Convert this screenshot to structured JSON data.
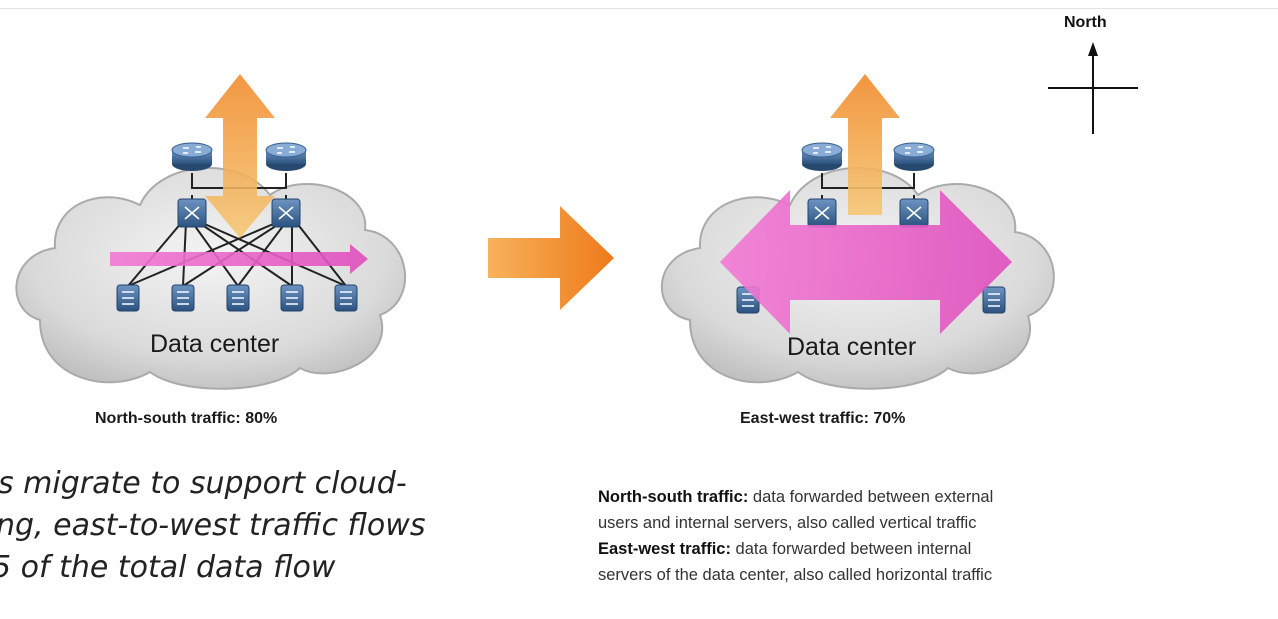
{
  "compass": {
    "label": "North"
  },
  "left_diagram": {
    "cloud_label": "Data center",
    "caption": "North-south traffic: 80%"
  },
  "right_diagram": {
    "cloud_label": "Data center",
    "caption": "East-west traffic: 70%"
  },
  "note": {
    "lines": [
      "s migrate to support cloud-",
      "ng, east-to-west traffic flows",
      "5 of the total data flow"
    ]
  },
  "definitions": {
    "lines": [
      {
        "term": "North-south traffic:",
        "text": " data forwarded between external"
      },
      {
        "term": "",
        "text": "users and internal servers, also called vertical traffic"
      },
      {
        "term": "East-west traffic:",
        "text": " data forwarded between internal"
      },
      {
        "term": "",
        "text": "servers of the data center, also called horizontal traffic"
      }
    ]
  },
  "colors": {
    "orange_arrow": "#f2a24a",
    "pink_arrow": "#e860c8",
    "cloud": "#dcdcdc",
    "device": "#3f6a9a"
  }
}
